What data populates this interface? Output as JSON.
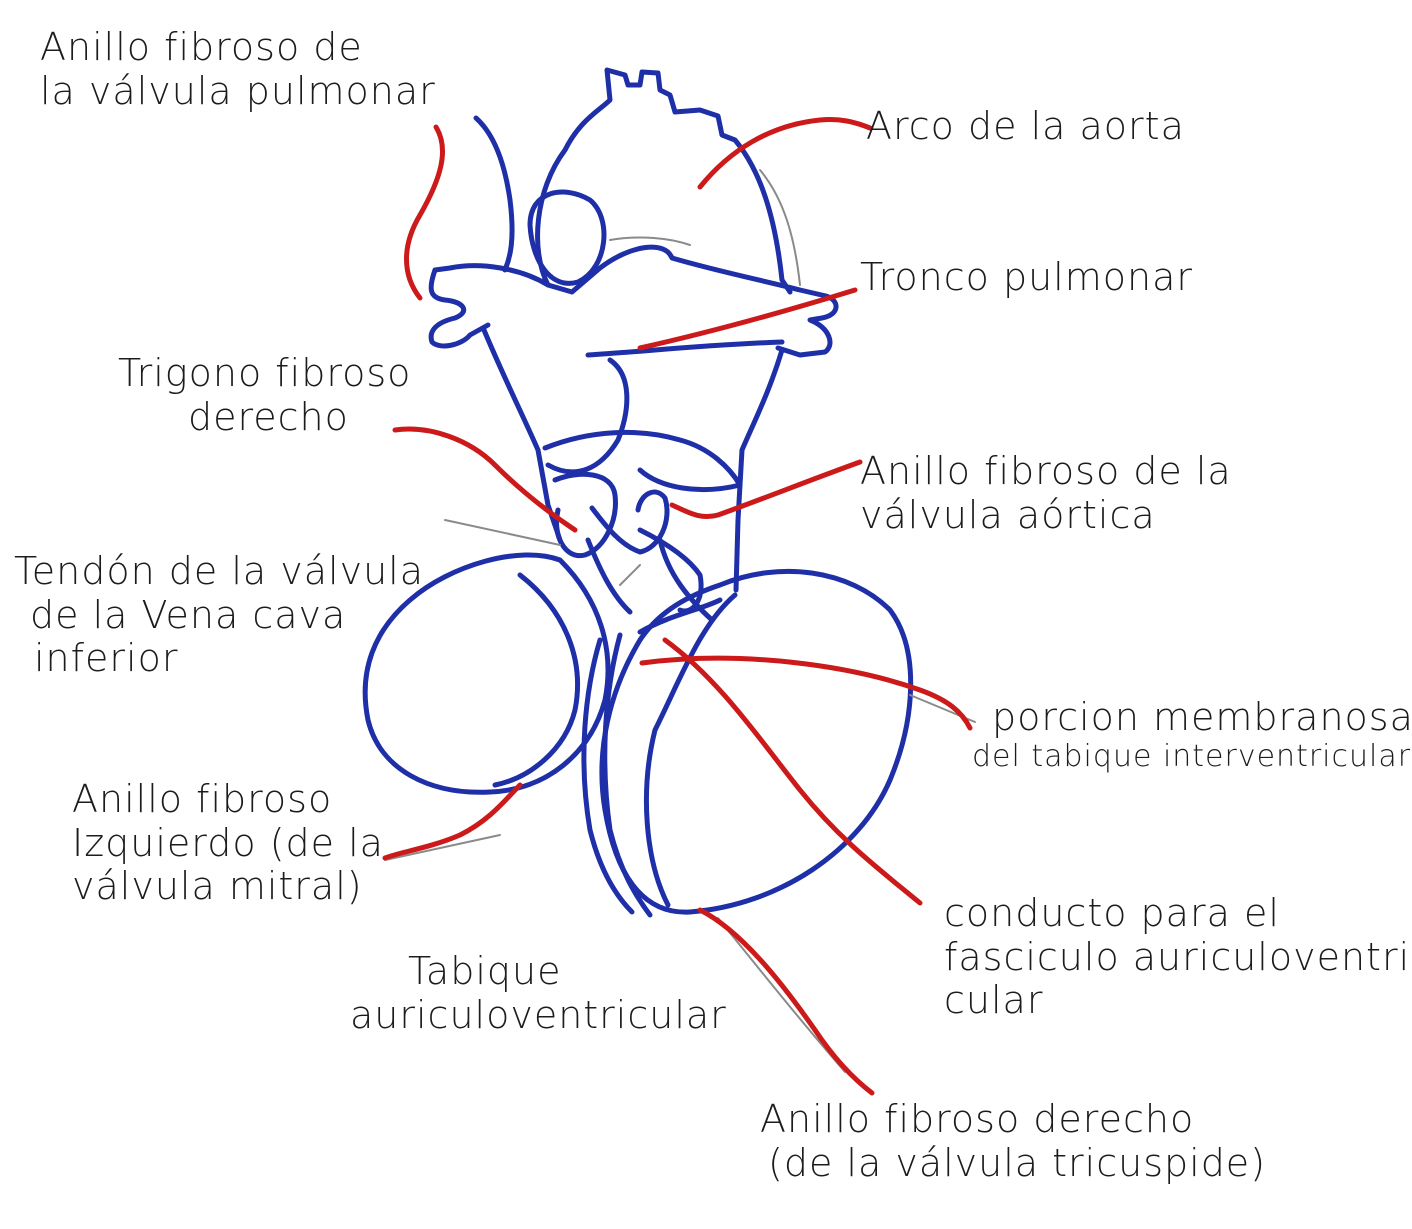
{
  "colors": {
    "outline": "#1e2fa8",
    "leader_lines": "#cc1a1a",
    "ink": "#1c1c1c",
    "paper": "#ffffff"
  },
  "labels": {
    "anillo_pulmonar": [
      "Anillo fibroso de",
      "la válvula pulmonar"
    ],
    "arco_aorta": [
      "Arco de la aorta"
    ],
    "tronco_pulmonar": [
      "Tronco pulmonar"
    ],
    "trigono_derecho": [
      "Trigono fibroso",
      "derecho"
    ],
    "anillo_aortico": [
      "Anillo fibroso de la",
      "válvula aórtica"
    ],
    "tendon_vena_cava": [
      "Tendón de la válvula",
      "de la Vena cava",
      "inferior"
    ],
    "porcion_membranosa": [
      "porcion membranosa",
      "del tabique interventricular"
    ],
    "anillo_izquierdo": [
      "Anillo fibroso",
      "Izquierdo (de la",
      "válvula mitral)"
    ],
    "conducto_fasciculo": [
      "conducto para el",
      "fasciculo auriculoventri-",
      "cular"
    ],
    "tabique_av": [
      "Tabique",
      "auriculoventricular"
    ],
    "anillo_derecho": [
      "Anillo fibroso derecho",
      "(de la válvula tricuspide)"
    ]
  }
}
